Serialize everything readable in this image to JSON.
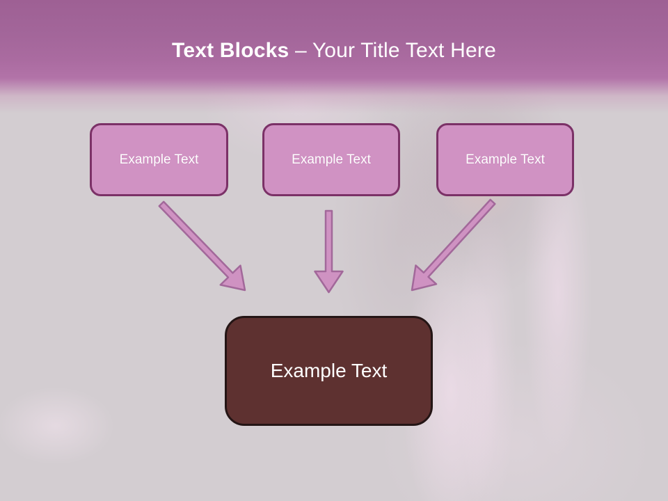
{
  "title": {
    "bold": "Text Blocks",
    "rest": "– Your Title Text Here"
  },
  "top_boxes": [
    {
      "label": "Example Text"
    },
    {
      "label": "Example Text"
    },
    {
      "label": "Example Text"
    }
  ],
  "center_box": {
    "label": "Example Text"
  },
  "colors": {
    "header-top": "#9e6094",
    "header-mid": "#b273a8",
    "bg": "#d3cdd1",
    "box-fill": "#d092c3",
    "box-border": "#7b3167",
    "arrow-fill": "#cf92c2",
    "arrow-stroke": "#a2689a",
    "center-fill": "#5e3130",
    "center-border": "#241515",
    "title-text": "#ffffff"
  }
}
